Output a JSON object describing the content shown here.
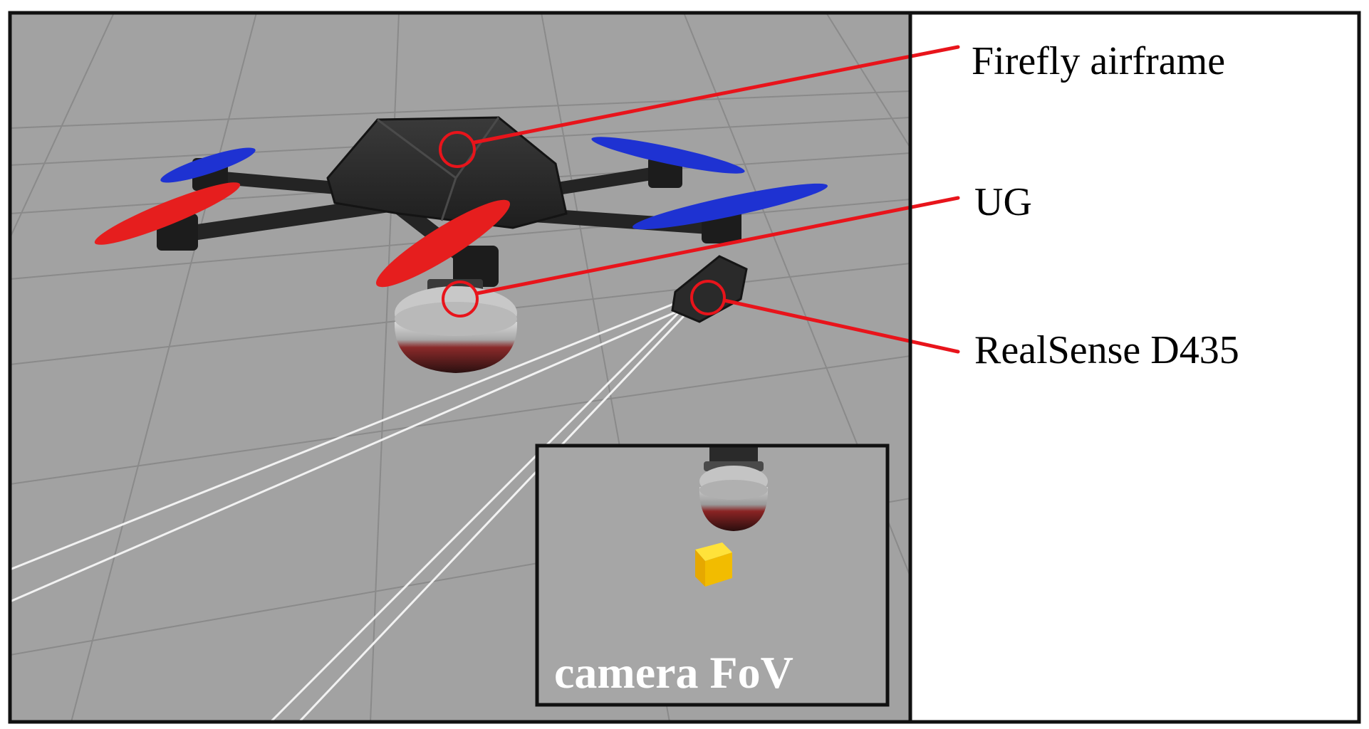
{
  "labels": {
    "airframe": "Firefly airframe",
    "gripper": "UG",
    "camera": "RealSense D435"
  },
  "inset": {
    "caption": "camera FoV"
  },
  "colors": {
    "callout_line": "#e8141b",
    "ground": "#a2a2a2",
    "grid_line": "#8a8a8a",
    "fov_ray": "#f2f2f2",
    "prop_front": "#e61e1e",
    "prop_rear": "#1e32d2",
    "body": "#2e2e2e",
    "payload": "#f0c000",
    "frame_border": "#111111"
  }
}
